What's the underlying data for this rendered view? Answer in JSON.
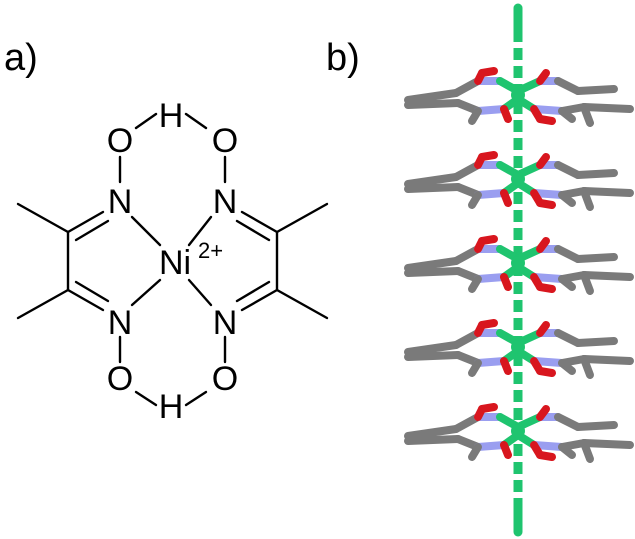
{
  "panels": {
    "a": {
      "label": "a)"
    },
    "b": {
      "label": "b)"
    }
  },
  "structure": {
    "metal": "Ni",
    "metal_charge": "2+",
    "atoms": {
      "nitrogen": "N",
      "oxygen": "O",
      "hydrogen": "H"
    }
  },
  "stack": {
    "molecule_count": 5
  },
  "colors": {
    "bond": "#000000",
    "carbon": "#7a7a7a",
    "nitrogen": "#9a9ef0",
    "oxygen": "#d8161e",
    "nickel": "#1fc46f",
    "text": "#000000"
  }
}
